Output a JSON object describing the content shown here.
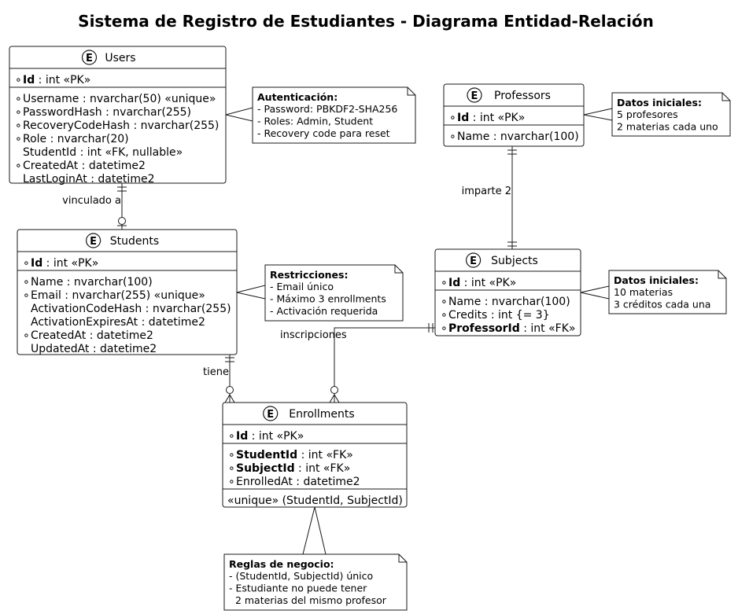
{
  "title": "Sistema de Registro de Estudiantes - Diagrama Entidad-Relación",
  "entity_icon_letter": "E",
  "entities": {
    "users": {
      "name": "Users",
      "pk": [
        {
          "marker": "∘",
          "bold": "Id",
          "rest": " : int «PK»"
        }
      ],
      "attrs": [
        {
          "marker": "∘",
          "bold": "",
          "rest": "Username : nvarchar(50) «unique»"
        },
        {
          "marker": "∘",
          "bold": "",
          "rest": "PasswordHash : nvarchar(255)"
        },
        {
          "marker": "∘",
          "bold": "",
          "rest": "RecoveryCodeHash : nvarchar(255)"
        },
        {
          "marker": "∘",
          "bold": "",
          "rest": "Role : nvarchar(20)"
        },
        {
          "marker": "",
          "bold": "",
          "rest": "StudentId : int «FK, nullable»"
        },
        {
          "marker": "∘",
          "bold": "",
          "rest": "CreatedAt : datetime2"
        },
        {
          "marker": "",
          "bold": "",
          "rest": "LastLoginAt : datetime2"
        }
      ]
    },
    "students": {
      "name": "Students",
      "pk": [
        {
          "marker": "∘",
          "bold": "Id",
          "rest": " : int «PK»"
        }
      ],
      "attrs": [
        {
          "marker": "∘",
          "bold": "",
          "rest": "Name : nvarchar(100)"
        },
        {
          "marker": "∘",
          "bold": "",
          "rest": "Email : nvarchar(255) «unique»"
        },
        {
          "marker": "",
          "bold": "",
          "rest": "ActivationCodeHash : nvarchar(255)"
        },
        {
          "marker": "",
          "bold": "",
          "rest": "ActivationExpiresAt : datetime2"
        },
        {
          "marker": "∘",
          "bold": "",
          "rest": "CreatedAt : datetime2"
        },
        {
          "marker": "",
          "bold": "",
          "rest": "UpdatedAt : datetime2"
        }
      ]
    },
    "professors": {
      "name": "Professors",
      "pk": [
        {
          "marker": "∘",
          "bold": "Id",
          "rest": " : int «PK»"
        }
      ],
      "attrs": [
        {
          "marker": "∘",
          "bold": "",
          "rest": "Name : nvarchar(100)"
        }
      ]
    },
    "subjects": {
      "name": "Subjects",
      "pk": [
        {
          "marker": "∘",
          "bold": "Id",
          "rest": " : int «PK»"
        }
      ],
      "attrs": [
        {
          "marker": "∘",
          "bold": "",
          "rest": "Name : nvarchar(100)"
        },
        {
          "marker": "∘",
          "bold": "",
          "rest": "Credits : int {= 3}"
        },
        {
          "marker": "∘",
          "bold": "ProfessorId",
          "rest": " : int «FK»"
        }
      ]
    },
    "enrollments": {
      "name": "Enrollments",
      "pk": [
        {
          "marker": "∘",
          "bold": "Id",
          "rest": " : int «PK»"
        }
      ],
      "attrs": [
        {
          "marker": "∘",
          "bold": "StudentId",
          "rest": " : int «FK»"
        },
        {
          "marker": "∘",
          "bold": "SubjectId",
          "rest": " : int «FK»"
        },
        {
          "marker": "∘",
          "bold": "",
          "rest": "EnrolledAt : datetime2"
        }
      ],
      "constraints": [
        {
          "marker": "",
          "bold": "",
          "rest": "«unique» (StudentId, SubjectId)"
        }
      ]
    }
  },
  "notes": {
    "auth": {
      "title": "Autenticación:",
      "lines": [
        "- Password: PBKDF2-SHA256",
        "- Roles: Admin, Student",
        "- Recovery code para reset"
      ]
    },
    "professors_data": {
      "title": "Datos iniciales:",
      "lines": [
        "5 profesores",
        "2 materias cada uno"
      ]
    },
    "restrictions": {
      "title": "Restricciones:",
      "lines": [
        "- Email único",
        "- Máximo 3 enrollments",
        "- Activación requerida"
      ]
    },
    "subjects_data": {
      "title": "Datos iniciales:",
      "lines": [
        "10 materias",
        "3 créditos cada una"
      ]
    },
    "business_rules": {
      "title": "Reglas de negocio:",
      "lines": [
        "- (StudentId, SubjectId) único",
        "- Estudiante no puede tener",
        "  2 materias del mismo profesor"
      ]
    }
  },
  "relationships": {
    "users_students": "vinculado a",
    "professors_subjects": "imparte 2",
    "students_enrollments": "tiene",
    "subjects_enrollments": "inscripciones"
  }
}
